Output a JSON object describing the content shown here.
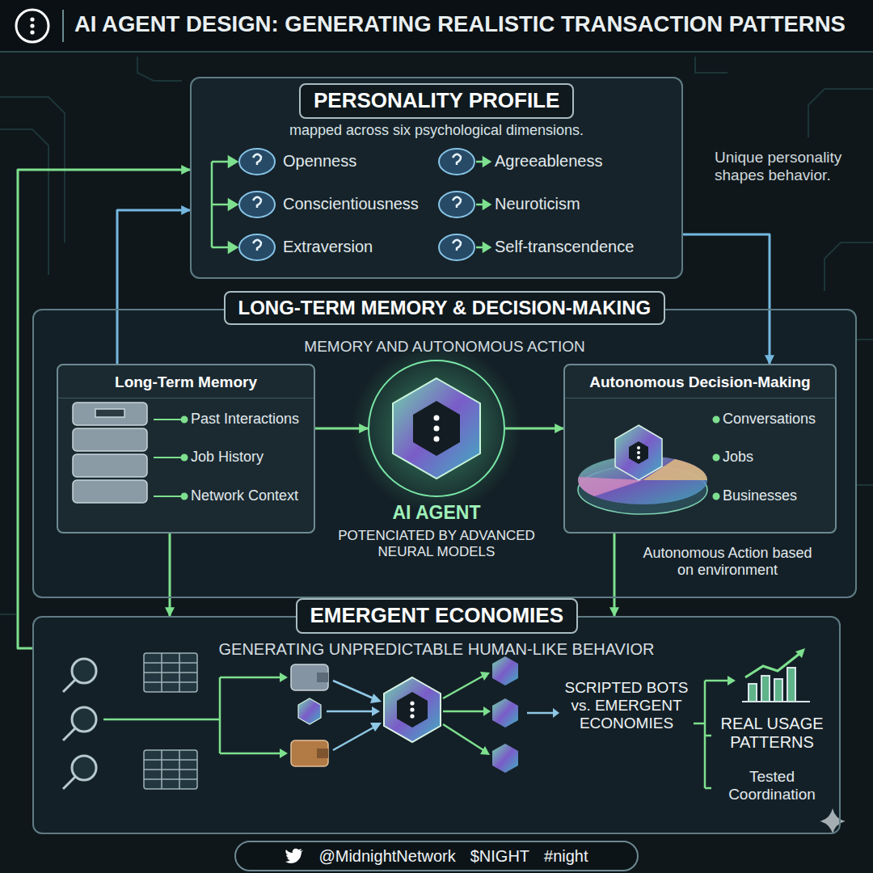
{
  "diagram": {
    "title": "AI AGENT DESIGN: GENERATING REALISTIC TRANSACTION PATTERNS",
    "nodes": [
      {
        "text": [
          "PERSONALITY PROFILE",
          "mapped across six psychological dimensions."
        ]
      },
      {
        "text": [
          "LONG-TERM MEMORY & DECISION-MAKING",
          "MEMORY AND AUTONOMOUS ACTION"
        ]
      },
      {
        "text": [
          "Long-Term Memory"
        ],
        "in": 1
      },
      {
        "text": [
          "AI AGENT",
          "POTENCIATED BY ADVANCED NEURAL MODELS"
        ],
        "in": 1
      },
      {
        "text": [
          "Autonomous Decision-Making"
        ],
        "in": 1
      },
      {
        "text": [
          "EMERGENT ECONOMIES",
          "GENERATING UNPREDICTABLE HUMAN-LIKE BEHAVIOR"
        ]
      },
      {
        "text": [
          "@MidnightNetwork",
          "$NIGHT",
          "#night"
        ]
      }
    ],
    "edges": [
      {
        "from": 2,
        "to": 3,
        "arrow": "to"
      },
      {
        "from": 3,
        "to": 4,
        "arrow": "to"
      },
      {
        "from": 2,
        "to": 0,
        "arrow": "to"
      },
      {
        "from": 0,
        "to": 4,
        "arrow": "to"
      },
      {
        "from": 2,
        "to": 5,
        "arrow": "to"
      },
      {
        "from": 4,
        "to": 5,
        "arrow": "to"
      },
      {
        "from": 5,
        "to": 0,
        "arrow": "to"
      }
    ],
    "labels": [
      "Openness",
      "Agreeableness",
      "Conscientiousness",
      "Neuroticism",
      "Extraversion",
      "Self-transcendence",
      "Unique personality shapes behavior.",
      "Past Interactions",
      "Job History",
      "Network Context",
      "Conversations",
      "Jobs",
      "Businesses",
      "Autonomous Action based on environment",
      "SCRIPTED BOTS vs. EMERGENT ECONOMIES",
      "REAL USAGE PATTERNS",
      "Tested Coordination"
    ]
  }
}
